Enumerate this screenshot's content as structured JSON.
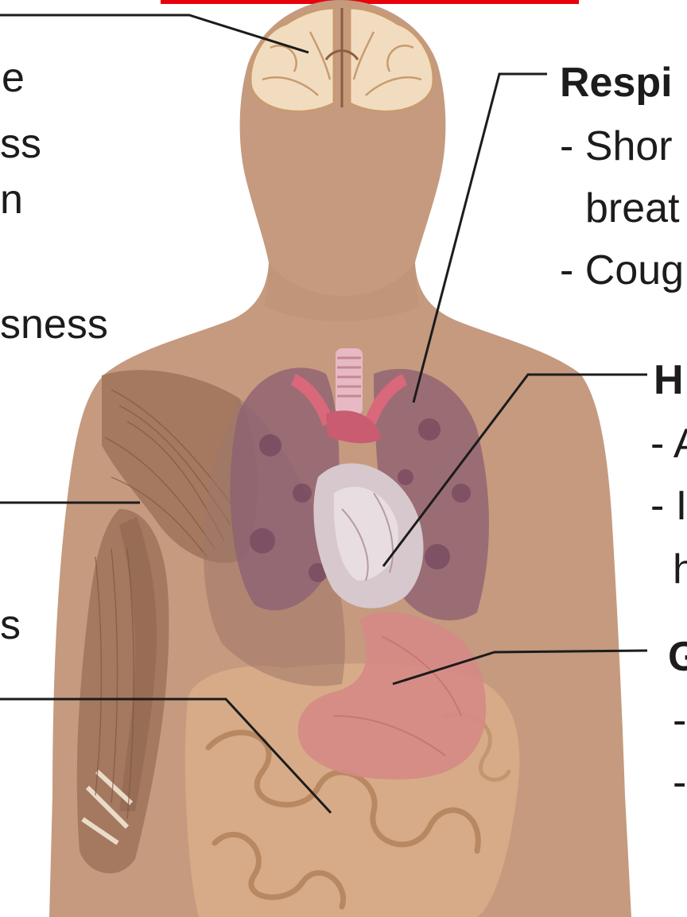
{
  "header": {
    "bar_color": "#e8000a"
  },
  "colors": {
    "skin": "#c59a7f",
    "muscle": "#a57860",
    "lung": "#8e6173",
    "heart": "#d7c8ce",
    "stomach": "#d68a86",
    "intestine": "#d7ab87",
    "brain": "#f2dcc0",
    "lines": "#1c1c1c"
  },
  "left_labels": [
    {
      "id": "brain-symptom-1",
      "text": "e"
    },
    {
      "id": "brain-symptom-2",
      "text": "ss"
    },
    {
      "id": "brain-symptom-3",
      "text": "n"
    },
    {
      "id": "brain-symptom-4",
      "text": "sness"
    },
    {
      "id": "muscle-symptom",
      "text": "s"
    }
  ],
  "right_labels": {
    "respiratory_heading": "Respi",
    "respiratory_items": [
      "- Shor",
      "breat",
      "- Coug"
    ],
    "heart_heading": "H",
    "heart_items": [
      "- A",
      "- I",
      "h"
    ],
    "gastro_heading": "G",
    "gastro_items": [
      "-",
      "-"
    ]
  }
}
